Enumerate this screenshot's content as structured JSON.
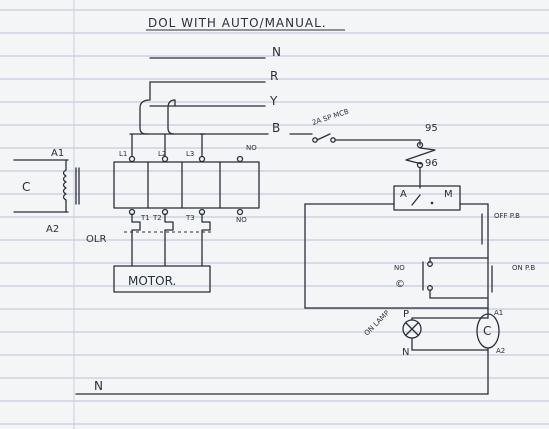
{
  "title": "DOL WITH AUTO/MANUAL.",
  "phases": [
    "N",
    "R",
    "Y",
    "B"
  ],
  "mcb_label": "2A SP MCB",
  "coil": {
    "letter": "C",
    "top": "A1",
    "bottom": "A2"
  },
  "contactor_terminals": [
    "L1",
    "L2",
    "L3"
  ],
  "olr_terminals": [
    "T1",
    "T2",
    "T3"
  ],
  "aux_no_top": "NO",
  "aux_no_bottom": "NO",
  "olr_label": "OLR",
  "motor_label": "MOTOR.",
  "olr_contacts": [
    "95",
    "96"
  ],
  "selector": {
    "left": "A",
    "right": "M"
  },
  "off_pb": "OFF P.B",
  "on_pb": "ON P.B",
  "hold_no": "NO",
  "hold_symbol": "©",
  "lamp": {
    "label": "ON LAMP",
    "top": "P",
    "bottom": "N"
  },
  "contactor_coil": {
    "letter": "C",
    "top": "A1",
    "bottom": "A2"
  },
  "neutral_bottom": "N"
}
